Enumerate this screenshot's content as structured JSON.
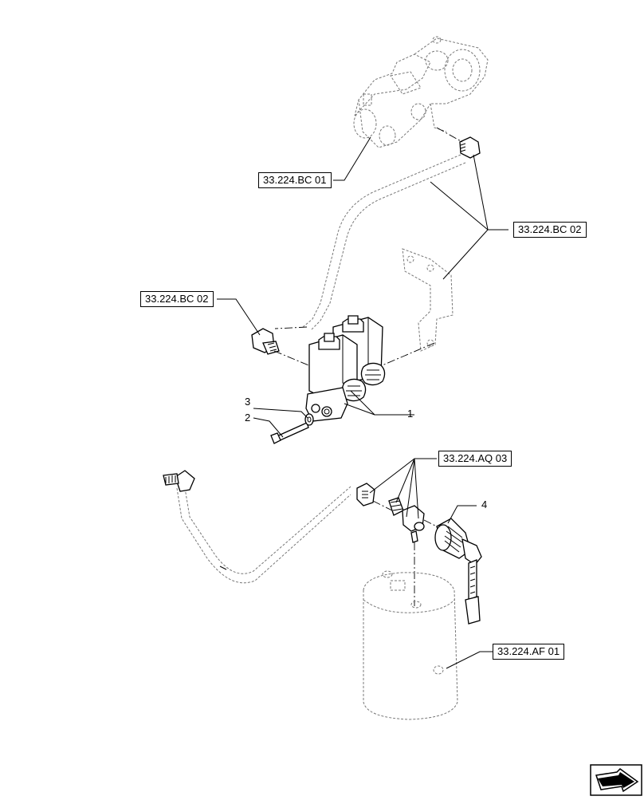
{
  "references": {
    "bc01": "33.224.BC 01",
    "bc02_right": "33.224.BC 02",
    "bc02_left": "33.224.BC 02",
    "aq03": "33.224.AQ 03",
    "af01": "33.224.AF 01"
  },
  "callouts": {
    "item1": "1",
    "item2": "2",
    "item3": "3",
    "item4": "4"
  },
  "icons": {
    "navigation": "next-page-arrow-icon"
  }
}
